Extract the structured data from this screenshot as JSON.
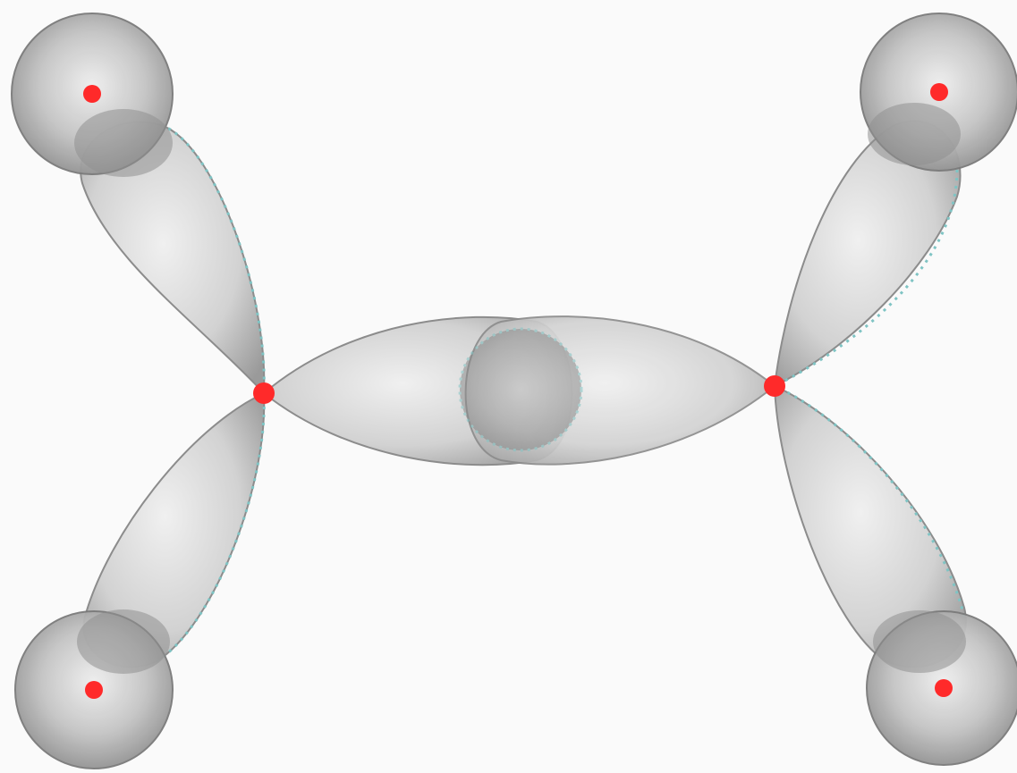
{
  "diagram": {
    "subject": "orbital-overlap-model",
    "colors": {
      "background": "#fafafa",
      "lobe_fill": "#d4d4d4",
      "lobe_edge": "#8c8c8c",
      "sphere_fill": "#b8b8b8",
      "nucleus": "#ff2a2a",
      "dots": "#7fc4c4"
    },
    "atoms": [
      {
        "id": "carbon-left",
        "type": "nucleus"
      },
      {
        "id": "carbon-right",
        "type": "nucleus"
      },
      {
        "id": "hydrogen-top-left",
        "type": "s-orbital"
      },
      {
        "id": "hydrogen-top-right",
        "type": "s-orbital"
      },
      {
        "id": "hydrogen-bottom-left",
        "type": "s-orbital"
      },
      {
        "id": "hydrogen-bottom-right",
        "type": "s-orbital"
      }
    ],
    "bonds": [
      {
        "id": "sigma-cc",
        "between": [
          "carbon-left",
          "carbon-right"
        ]
      },
      {
        "id": "sigma-ch-top-left",
        "between": [
          "carbon-left",
          "hydrogen-top-left"
        ]
      },
      {
        "id": "sigma-ch-bottom-left",
        "between": [
          "carbon-left",
          "hydrogen-bottom-left"
        ]
      },
      {
        "id": "sigma-ch-top-right",
        "between": [
          "carbon-right",
          "hydrogen-top-right"
        ]
      },
      {
        "id": "sigma-ch-bottom-right",
        "between": [
          "carbon-right",
          "hydrogen-bottom-right"
        ]
      }
    ]
  }
}
